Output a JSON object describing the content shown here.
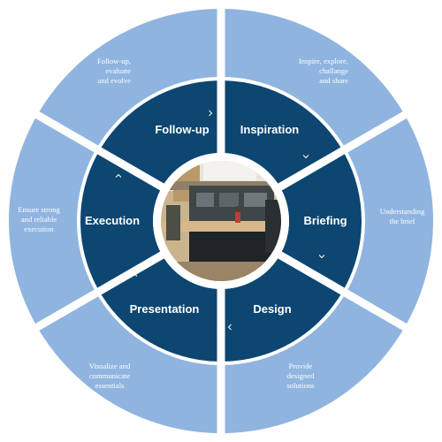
{
  "colors": {
    "outer_ring": "#8fb4df",
    "inner_ring": "#0c4671",
    "separator": "#ffffff",
    "text": "#ffffff"
  },
  "center_image": {
    "icon": "office-photo-icon"
  },
  "phases": [
    {
      "key": "follow-up",
      "label": "Follow-up",
      "description": [
        "Follow-up,",
        "evaluate",
        "and evolve"
      ]
    },
    {
      "key": "inspiration",
      "label": "Inspiration",
      "description": [
        "Inspire, explore,",
        "challange",
        "and share"
      ]
    },
    {
      "key": "briefing",
      "label": "Briefing",
      "description": [
        "Understanding",
        "the brief"
      ]
    },
    {
      "key": "design",
      "label": "Design",
      "description": [
        "Provide",
        "designed",
        "solutions"
      ]
    },
    {
      "key": "presentation",
      "label": "Presentation",
      "description": [
        "Visualize and",
        "communicate",
        "essentials"
      ]
    },
    {
      "key": "execution",
      "label": "Execution",
      "description": [
        "Ensure strong",
        "and reliable",
        "execution"
      ]
    }
  ]
}
